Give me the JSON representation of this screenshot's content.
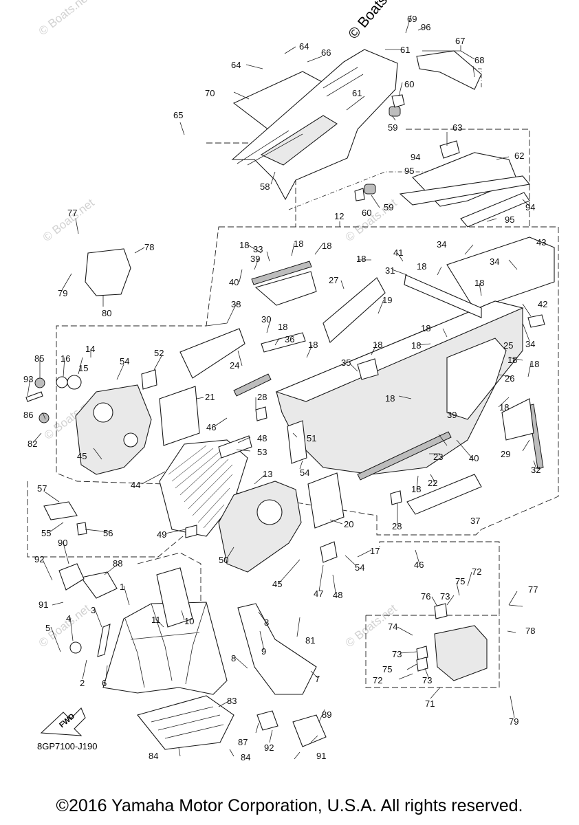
{
  "watermark": "© Boats.net",
  "watermark_small": "© Boats.net",
  "diagram_code": "8GP7100-J190",
  "fwd_label": "FWD",
  "copyright": "©2016 Yamaha Motor Corporation, U.S.A. All rights reserved.",
  "callouts": {
    "c1": "1",
    "c2": "2",
    "c3": "3",
    "c4": "4",
    "c5": "5",
    "c6": "6",
    "c7": "7",
    "c8a": "8",
    "c8b": "8",
    "c9": "9",
    "c10": "10",
    "c11": "11",
    "c12": "12",
    "c13": "13",
    "c14": "14",
    "c15": "15",
    "c16": "16",
    "c17": "17",
    "c18a": "18",
    "c18b": "18",
    "c18c": "18",
    "c18d": "18",
    "c18e": "18",
    "c18f": "18",
    "c18g": "18",
    "c18h": "18",
    "c18i": "18",
    "c18j": "18",
    "c18k": "18",
    "c18l": "18",
    "c18m": "18",
    "c18n": "18",
    "c18o": "18",
    "c19": "19",
    "c20": "20",
    "c21": "21",
    "c22": "22",
    "c23": "23",
    "c24": "24",
    "c25": "25",
    "c26": "26",
    "c27": "27",
    "c28a": "28",
    "c28b": "28",
    "c29": "29",
    "c30": "30",
    "c31": "31",
    "c32": "32",
    "c33": "33",
    "c34a": "34",
    "c34b": "34",
    "c34c": "34",
    "c35": "35",
    "c36": "36",
    "c37": "37",
    "c38": "38",
    "c39a": "39",
    "c39b": "39",
    "c40a": "40",
    "c40b": "40",
    "c41": "41",
    "c42": "42",
    "c43": "43",
    "c44": "44",
    "c45a": "45",
    "c45b": "45",
    "c46a": "46",
    "c46b": "46",
    "c47": "47",
    "c48a": "48",
    "c48b": "48",
    "c49": "49",
    "c50": "50",
    "c51": "51",
    "c52": "52",
    "c53": "53",
    "c54a": "54",
    "c54b": "54",
    "c54c": "54",
    "c55": "55",
    "c56": "56",
    "c57": "57",
    "c58": "58",
    "c59a": "59",
    "c59b": "59",
    "c60a": "60",
    "c60b": "60",
    "c61a": "61",
    "c61b": "61",
    "c62": "62",
    "c63": "63",
    "c64a": "64",
    "c64b": "64",
    "c65": "65",
    "c66": "66",
    "c67": "67",
    "c68": "68",
    "c69": "69",
    "c70": "70",
    "c71": "71",
    "c72a": "72",
    "c72b": "72",
    "c73a": "73",
    "c73b": "73",
    "c73c": "73",
    "c74": "74",
    "c75a": "75",
    "c75b": "75",
    "c76": "76",
    "c77a": "77",
    "c77b": "77",
    "c78a": "78",
    "c78b": "78",
    "c79a": "79",
    "c79b": "79",
    "c80": "80",
    "c81": "81",
    "c82": "82",
    "c83": "83",
    "c84a": "84",
    "c84b": "84",
    "c85": "85",
    "c86": "86",
    "c87": "87",
    "c88": "88",
    "c89": "89",
    "c90": "90",
    "c91a": "91",
    "c91b": "91",
    "c92a": "92",
    "c92b": "92",
    "c93": "93",
    "c94a": "94",
    "c94b": "94",
    "c95a": "95",
    "c95b": "95",
    "c96": "96"
  }
}
